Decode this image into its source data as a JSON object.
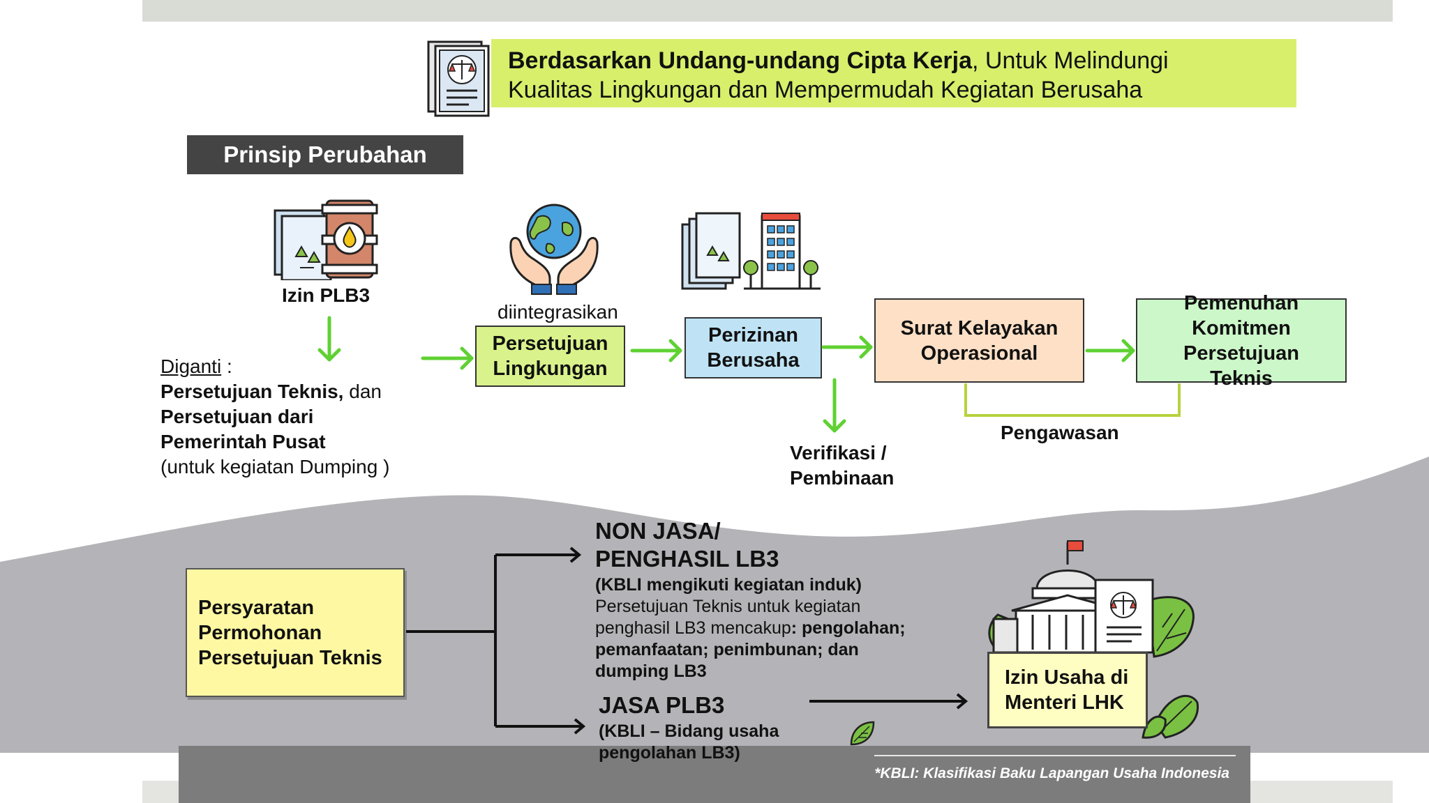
{
  "header": {
    "headline_bold": "Berdasarkan Undang-undang Cipta Kerja",
    "headline_rest": ", Untuk Melindungi",
    "headline_line2": "Kualitas Lingkungan dan Mempermudah Kegiatan Berusaha"
  },
  "section_title": "Prinsip Perubahan",
  "flow": {
    "izin_plb3": "Izin PLB3",
    "diganti_label": "Diganti",
    "diganti_colon": " :",
    "replacement_1_bold": "Persetujuan Teknis,",
    "replacement_1_rest": " dan",
    "replacement_2": "Persetujuan dari",
    "replacement_3": "Pemerintah Pusat",
    "replacement_4": "(untuk kegiatan Dumping )",
    "diintegrasikan": "diintegrasikan",
    "persetujuan_lingkungan": [
      "Persetujuan",
      "Lingkungan"
    ],
    "perizinan_berusaha": [
      "Perizinan",
      "Berusaha"
    ],
    "surat_kelayakan": [
      "Surat Kelayakan",
      "Operasional"
    ],
    "pemenuhan_komitmen": [
      "Pemenuhan",
      "Komitmen",
      "Persetujuan",
      "Teknis"
    ],
    "verifikasi": [
      "Verifikasi /",
      "Pembinaan"
    ],
    "pengawasan": "Pengawasan"
  },
  "lower": {
    "persyaratan": [
      "Persyaratan",
      "Permohonan",
      "Persetujuan Teknis"
    ],
    "non_jasa_title": [
      "NON JASA/",
      "PENGHASIL LB3"
    ],
    "non_jasa_kbli": "(KBLI mengikuti kegiatan induk)",
    "non_jasa_desc_1": "Persetujuan Teknis untuk kegiatan",
    "non_jasa_desc_2": "penghasil LB3 mencakup",
    "non_jasa_desc_2_bold": ": pengolahan;",
    "non_jasa_desc_3": "pemanfaatan; penimbunan; dan",
    "non_jasa_desc_4": "dumping LB3",
    "jasa_title": "JASA PLB3",
    "jasa_kbli": [
      "(KBLI – Bidang usaha",
      "pengolahan LB3)"
    ],
    "izin_usaha": [
      "Izin Usaha di",
      "Menteri LHK"
    ]
  },
  "footnote": "*KBLI: Klasifikasi Baku Lapangan Usaha Indonesia",
  "colors": {
    "headline_bg": "#d7ef6b",
    "arrow_green": "#5fd132",
    "pengawasan_bracket": "#b6d33e",
    "box_green": "#d9f28c",
    "box_blue": "#bfe3f5",
    "box_peach": "#fde0c6",
    "box_mint": "#ccf7c9",
    "box_yellow": "#fef8a2",
    "box_izin": "#fffec2",
    "wave_gray": "#b4b3b7",
    "footer_gray": "#7c7c7c"
  },
  "icons": [
    "law-document-icon",
    "recycle-documents-barrel-icon",
    "hands-globe-icon",
    "documents-building-icon",
    "government-building-law-icon",
    "leaf-icon"
  ]
}
